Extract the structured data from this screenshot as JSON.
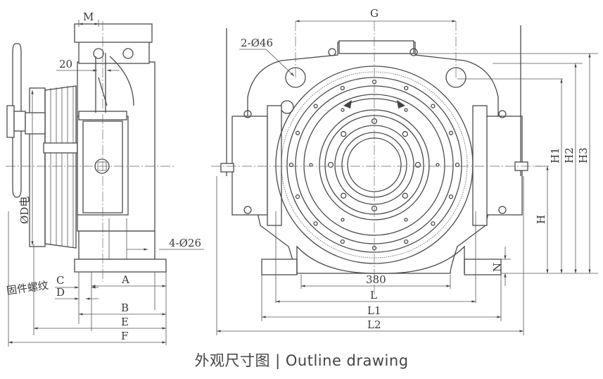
{
  "caption": "外观尺寸图 | Outline drawing",
  "labels": {
    "M": "M",
    "twenty": "20",
    "G": "G",
    "holes_top": "2-Ø46",
    "holes_base": "4-Ø26",
    "OD": "ØD电",
    "base_side_note": "固件螺纹",
    "A": "A",
    "B": "B",
    "C": "C",
    "D": "D",
    "E": "E",
    "F": "F",
    "dim380": "380",
    "L": "L",
    "L1": "L1",
    "L2": "L2",
    "H": "H",
    "H1": "H1",
    "H2": "H2",
    "H3": "H3",
    "N": "N"
  },
  "colors": {
    "line": "#4a4a4a",
    "text": "#3a3a3a",
    "background": "#ffffff"
  }
}
